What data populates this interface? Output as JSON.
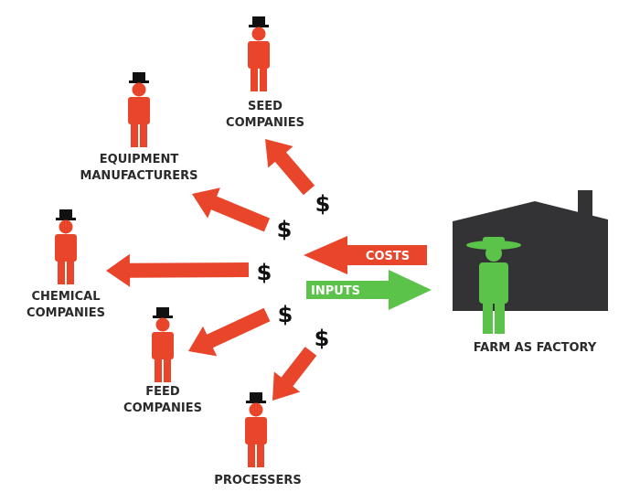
{
  "colors": {
    "red": "#e8452a",
    "green": "#5bc24a",
    "house": "#333336",
    "hat": "#111111"
  },
  "actors": {
    "seed": [
      "SEED",
      "COMPANIES"
    ],
    "equipment": [
      "EQUIPMENT",
      "MANUFACTURERS"
    ],
    "chemical": [
      "CHEMICAL",
      "COMPANIES"
    ],
    "feed": [
      "FEED",
      "COMPANIES"
    ],
    "processers": [
      "PROCESSERS"
    ]
  },
  "farm": {
    "label": "FARM AS FACTORY"
  },
  "arrows": {
    "costs": "COSTS",
    "inputs": "INPUTS",
    "dollar": "$"
  }
}
